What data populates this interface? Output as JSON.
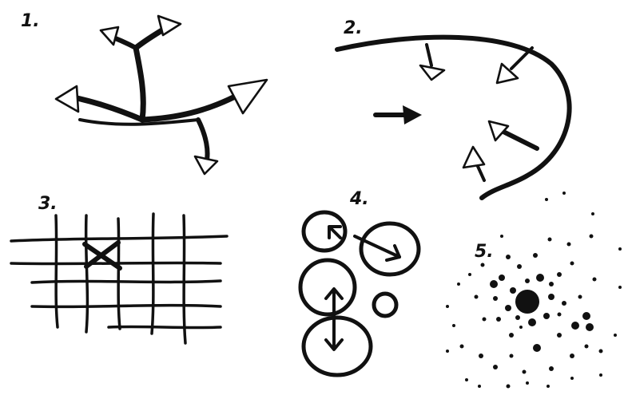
{
  "panels": [
    {
      "label": "1.",
      "icon": "branching-arrows-icon"
    },
    {
      "label": "2.",
      "icon": "curved-wall-arrows-icon"
    },
    {
      "label": "3.",
      "icon": "grid-cross-icon"
    },
    {
      "label": "4.",
      "icon": "circles-arrows-icon"
    },
    {
      "label": "5.",
      "icon": "dot-cluster-icon"
    }
  ],
  "colors": {
    "ink": "#111111",
    "paper": "#ffffff"
  }
}
